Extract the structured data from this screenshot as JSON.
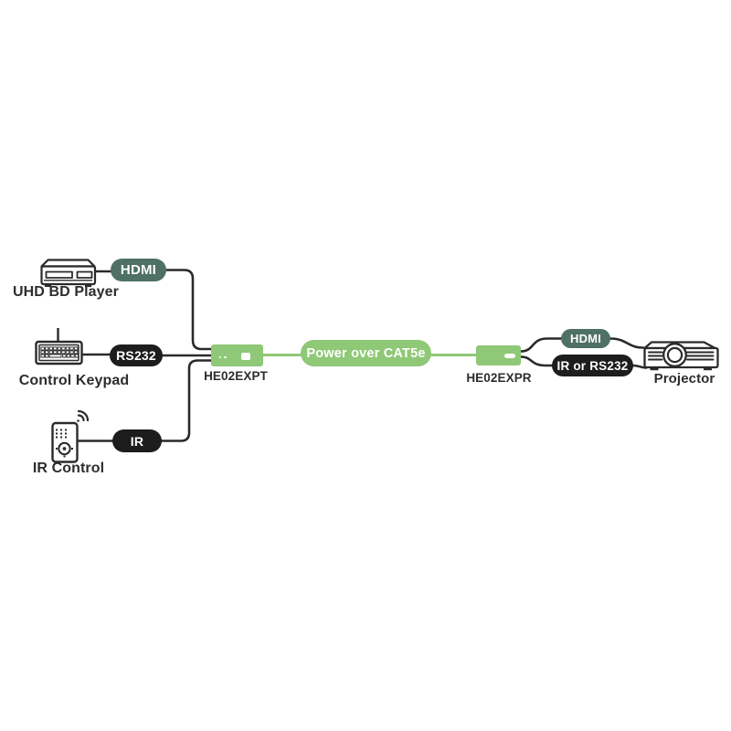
{
  "colors": {
    "background": "#ffffff",
    "dark_green_pill": "#4e7164",
    "light_green": "#8fc876",
    "black_pill": "#1d1d1d",
    "line": "#2a2a2a",
    "label_text": "#2d2d2d",
    "pill_text": "#ffffff"
  },
  "sources": {
    "player": {
      "label": "UHD BD Player",
      "icon": "bd-player-icon"
    },
    "keypad": {
      "label": "Control Keypad",
      "icon": "keyboard-icon"
    },
    "ir_remote": {
      "label": "IR Control",
      "icon": "remote-control-icon"
    }
  },
  "extenders": {
    "transmitter": {
      "label": "HE02EXPT"
    },
    "receiver": {
      "label": "HE02EXPR"
    }
  },
  "display": {
    "projector": {
      "label": "Projector",
      "icon": "projector-icon"
    }
  },
  "links": {
    "hdmi_in": {
      "label": "HDMI"
    },
    "rs232": {
      "label": "RS232"
    },
    "ir": {
      "label": "IR"
    },
    "cat5e": {
      "label": "Power over CAT5e"
    },
    "hdmi_out": {
      "label": "HDMI"
    },
    "ir_or_rs232": {
      "label": "IR or RS232"
    }
  }
}
